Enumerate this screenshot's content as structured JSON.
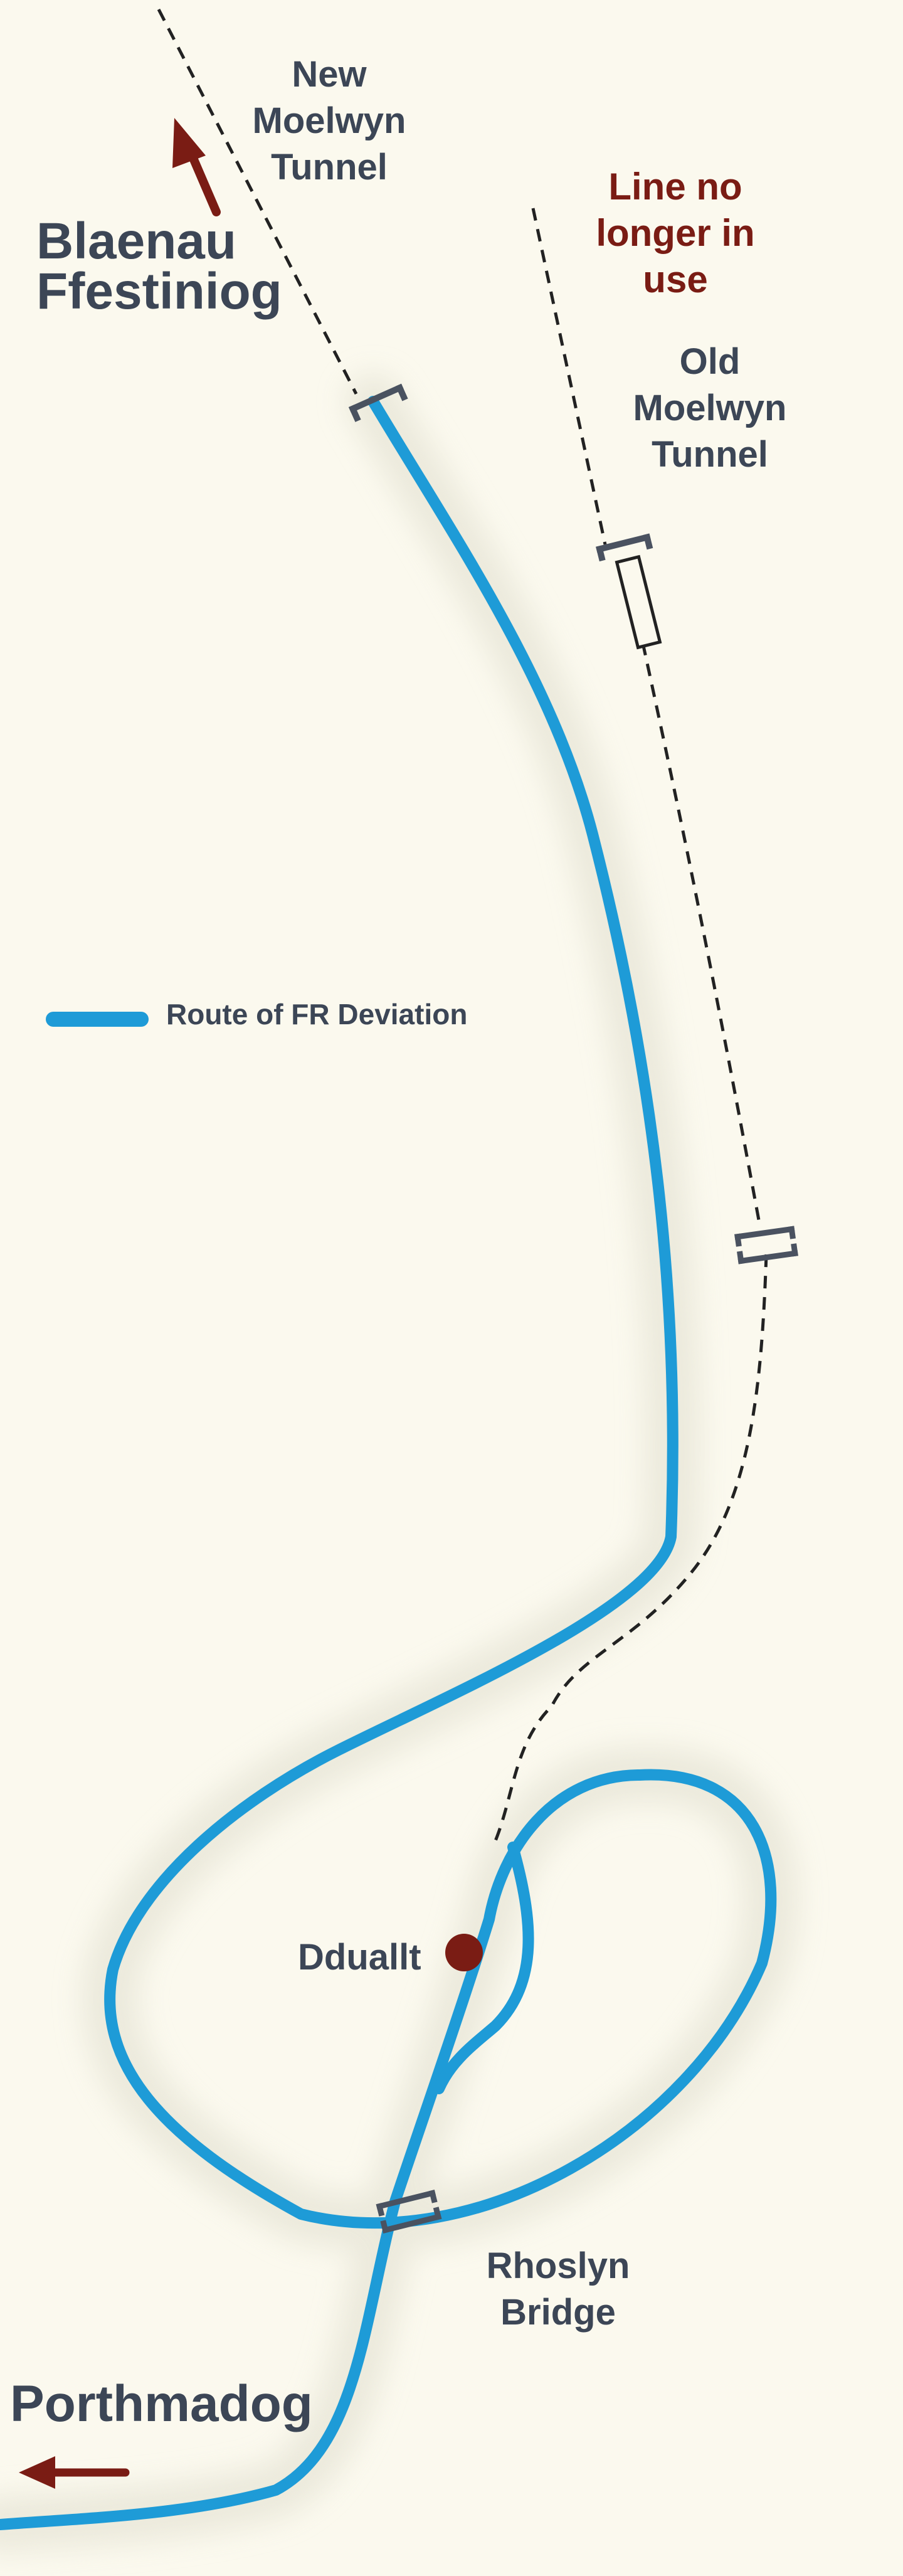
{
  "places": {
    "blaenau_line1": "Blaenau",
    "blaenau_line2": "Ffestiniog",
    "porthmadog": "Porthmadog",
    "dduallt": "Dduallt"
  },
  "tunnels": {
    "new_line1": "New",
    "new_line2": "Moelwyn",
    "new_line3": "Tunnel",
    "old_line1": "Old",
    "old_line2": "Moelwyn",
    "old_line3": "Tunnel"
  },
  "disused": {
    "line1": "Line no",
    "line2": "longer in",
    "line3": "use"
  },
  "bridge": {
    "line1": "Rhoslyn",
    "line2": "Bridge"
  },
  "legend": {
    "route_label": "Route of FR Deviation"
  },
  "colors": {
    "background": "#FBF9EE",
    "route": "#1E9BD7",
    "old_line": "#222222",
    "label_text": "#3C4656",
    "disused_text": "#7A1C14",
    "arrow": "#7A1C14",
    "station": "#7A1C14",
    "tunnel_portal": "#4A5260"
  }
}
